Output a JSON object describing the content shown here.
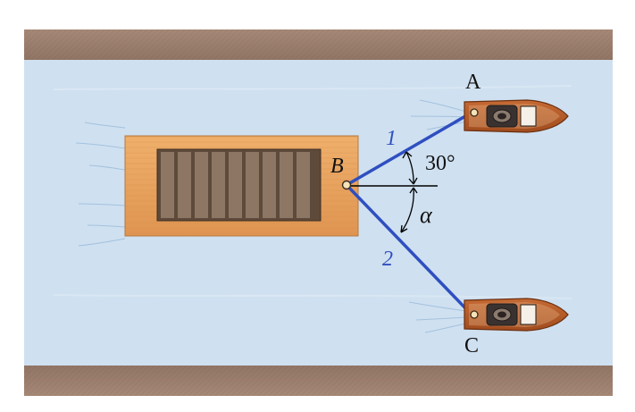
{
  "figure": {
    "labels": {
      "point_a": "A",
      "point_b": "B",
      "point_c": "C",
      "cable_1": "1",
      "cable_2": "2",
      "angle_fixed": "30°",
      "angle_var": "α"
    },
    "colors": {
      "bank": "#9f8270",
      "water": "#cfe0f0",
      "barge": "#e7a25e",
      "cables": "#2f4fc0",
      "boat": "#b35a2a"
    }
  }
}
